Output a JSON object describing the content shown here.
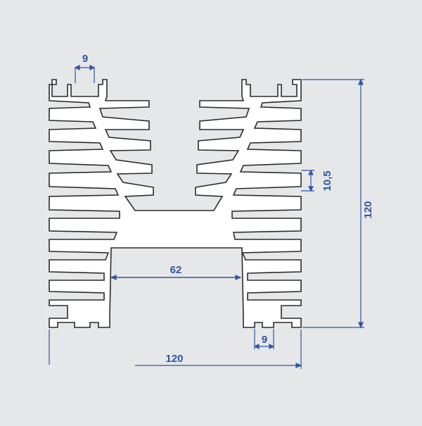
{
  "drawing": {
    "background": "#e6e7e8",
    "profile_fill": "#ffffff",
    "profile_stroke": "#2b2b2b",
    "dimension_color": "#2f55a4",
    "dimensions": {
      "top_slot_width": "9",
      "bottom_slot_width": "9",
      "fin_pitch": "10,5",
      "overall_height": "120",
      "inner_channel_width": "62",
      "overall_width": "120"
    }
  }
}
